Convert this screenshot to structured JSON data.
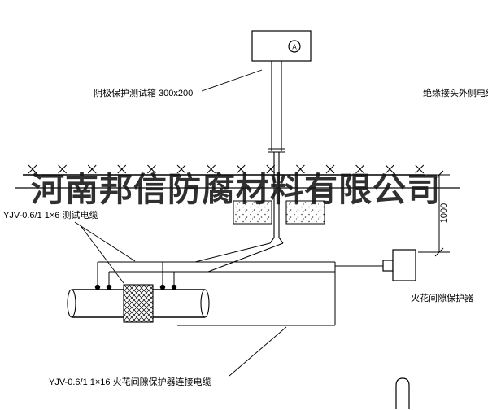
{
  "watermark": {
    "text": "河南邦信防腐材料有限公司",
    "color": "#141414"
  },
  "labels": {
    "test_box": "阴极保护测试箱 300x200",
    "insulated_joint_cable": "绝缘接头外侧电缆",
    "test_cable": "YJV-0.6/1 1×6 测试电缆",
    "spark_gap_protector": "火花间隙保护器",
    "spark_gap_cable": "YJV-0.6/1 1×16 火花间隙保护器连接电缆",
    "dimension_1000": "1000",
    "meter_symbol": "A"
  },
  "colors": {
    "line": "#000000",
    "background": "#ffffff"
  }
}
